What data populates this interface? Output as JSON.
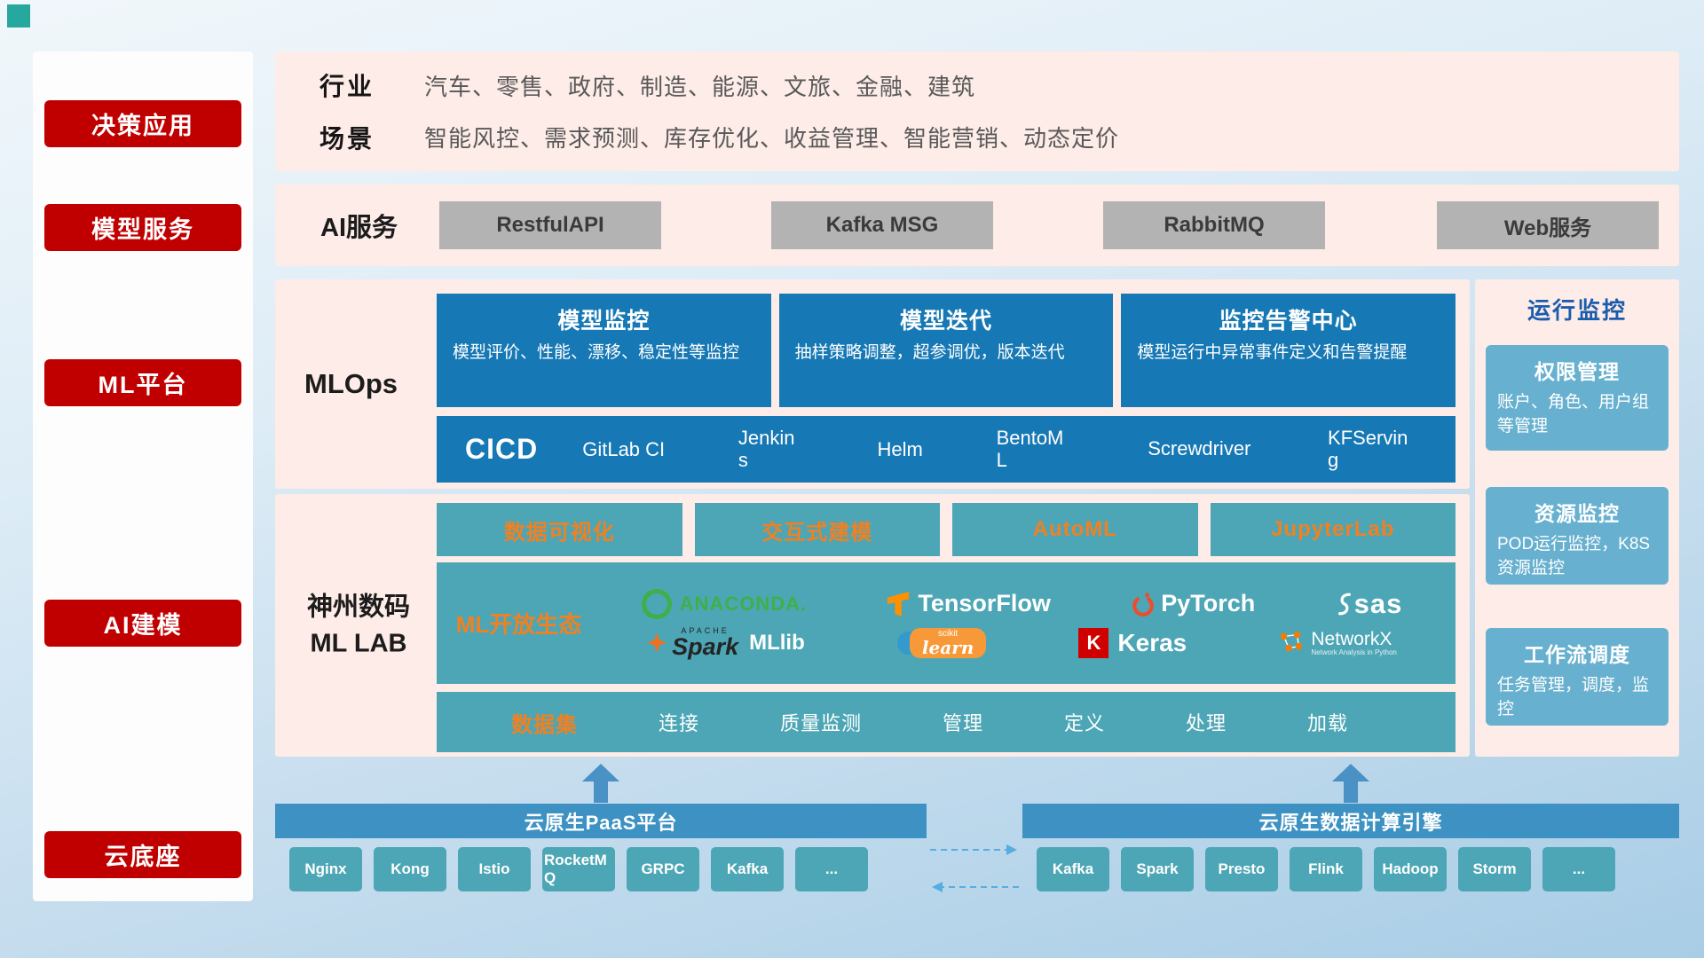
{
  "sidebar": {
    "items": [
      {
        "label": "决策应用"
      },
      {
        "label": "模型服务"
      },
      {
        "label": "ML平台"
      },
      {
        "label": "AI建模"
      },
      {
        "label": "云底座"
      }
    ]
  },
  "industry": {
    "rows": [
      {
        "label": "行业",
        "text": "汽车、零售、政府、制造、能源、文旅、金融、建筑"
      },
      {
        "label": "场景",
        "text": "智能风控、需求预测、库存优化、收益管理、智能营销、动态定价"
      }
    ]
  },
  "ai_service": {
    "label": "AI服务",
    "buttons": [
      "RestfulAPI",
      "Kafka MSG",
      "RabbitMQ",
      "Web服务"
    ]
  },
  "mlops": {
    "label": "MLOps",
    "cards": [
      {
        "title": "模型监控",
        "desc": "模型评价、性能、漂移、稳定性等监控"
      },
      {
        "title": "模型迭代",
        "desc": "抽样策略调整，超参调优，版本迭代"
      },
      {
        "title": "监控告警中心",
        "desc": "模型运行中异常事件定义和告警提醒"
      }
    ],
    "cicd_label": "CICD",
    "cicd_items": [
      "GitLab CI",
      "Jenkins",
      "Helm",
      "BentoML",
      "Screwdriver",
      "KFServing"
    ]
  },
  "monitoring": {
    "title": "运行监控",
    "cards": [
      {
        "title": "权限管理",
        "desc": "账户、角色、用户组等管理"
      },
      {
        "title": "资源监控",
        "desc": "POD运行监控，K8S资源监控"
      },
      {
        "title": "工作流调度",
        "desc": "任务管理，调度，监控"
      }
    ]
  },
  "mllab": {
    "label_line1": "神州数码",
    "label_line2": "ML LAB",
    "tools": [
      "数据可视化",
      "交互式建模",
      "AutoML",
      "JupyterLab"
    ],
    "eco_label": "ML开放生态",
    "logos": {
      "anaconda": "ANACONDA.",
      "tensorflow": "TensorFlow",
      "pytorch": "PyTorch",
      "sas": "sas",
      "spark_small": "APACHE",
      "spark": "Spark",
      "mllib": "MLlib",
      "sklearn_small": "scikit",
      "sklearn": "learn",
      "keras_k": "K",
      "keras": "Keras",
      "networkx": "NetworkX",
      "networkx_sub": "Network Analysis in Python"
    },
    "dataset": {
      "label": "数据集",
      "items": [
        "连接",
        "质量监测",
        "管理",
        "定义",
        "处理",
        "加载"
      ]
    }
  },
  "cloud": {
    "paas": {
      "title": "云原生PaaS平台",
      "items": [
        "Nginx",
        "Kong",
        "Istio",
        "RocketMQ",
        "GRPC",
        "Kafka",
        "..."
      ]
    },
    "engine": {
      "title": "云原生数据计算引擎",
      "items": [
        "Kafka",
        "Spark",
        "Presto",
        "Flink",
        "Hadoop",
        "Storm",
        "..."
      ]
    }
  },
  "colors": {
    "red": "#c00000",
    "pink": "#fdece7",
    "card_blue": "#1678b4",
    "teal": "#4da6b5",
    "panel_blue": "#67b0cf",
    "cloud_header_blue": "#3e92c3",
    "accent_orange": "#ef8123"
  }
}
